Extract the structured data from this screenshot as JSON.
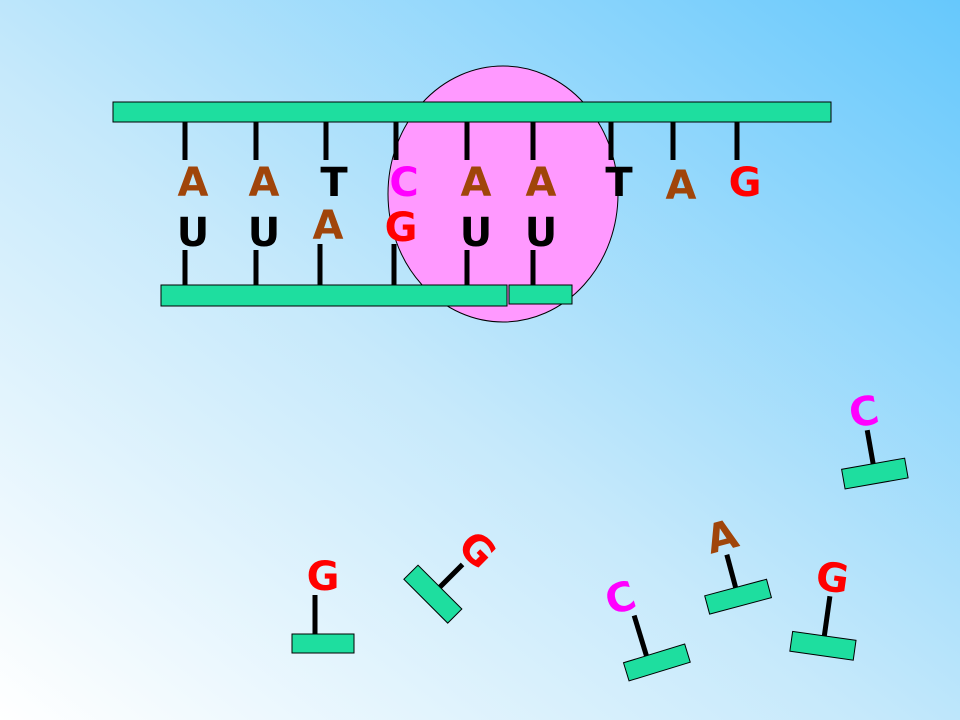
{
  "colors": {
    "strand_fill": "#1ede9f",
    "ribosome_fill": "#ff99ff",
    "A": "#a0450a",
    "U": "#000000",
    "T": "#000000",
    "C": "#ff00ff",
    "G": "#ff0000"
  },
  "dna_strand": {
    "bases": [
      "A",
      "A",
      "T",
      "C",
      "A",
      "A",
      "T",
      "A",
      "G"
    ]
  },
  "mrna_strand": {
    "bases": [
      "U",
      "U",
      "A",
      "G",
      "U",
      "U"
    ]
  },
  "free_nucleotides": [
    {
      "base": "C"
    },
    {
      "base": "A"
    },
    {
      "base": "G"
    },
    {
      "base": "G"
    },
    {
      "base": "G"
    },
    {
      "base": "C"
    }
  ]
}
